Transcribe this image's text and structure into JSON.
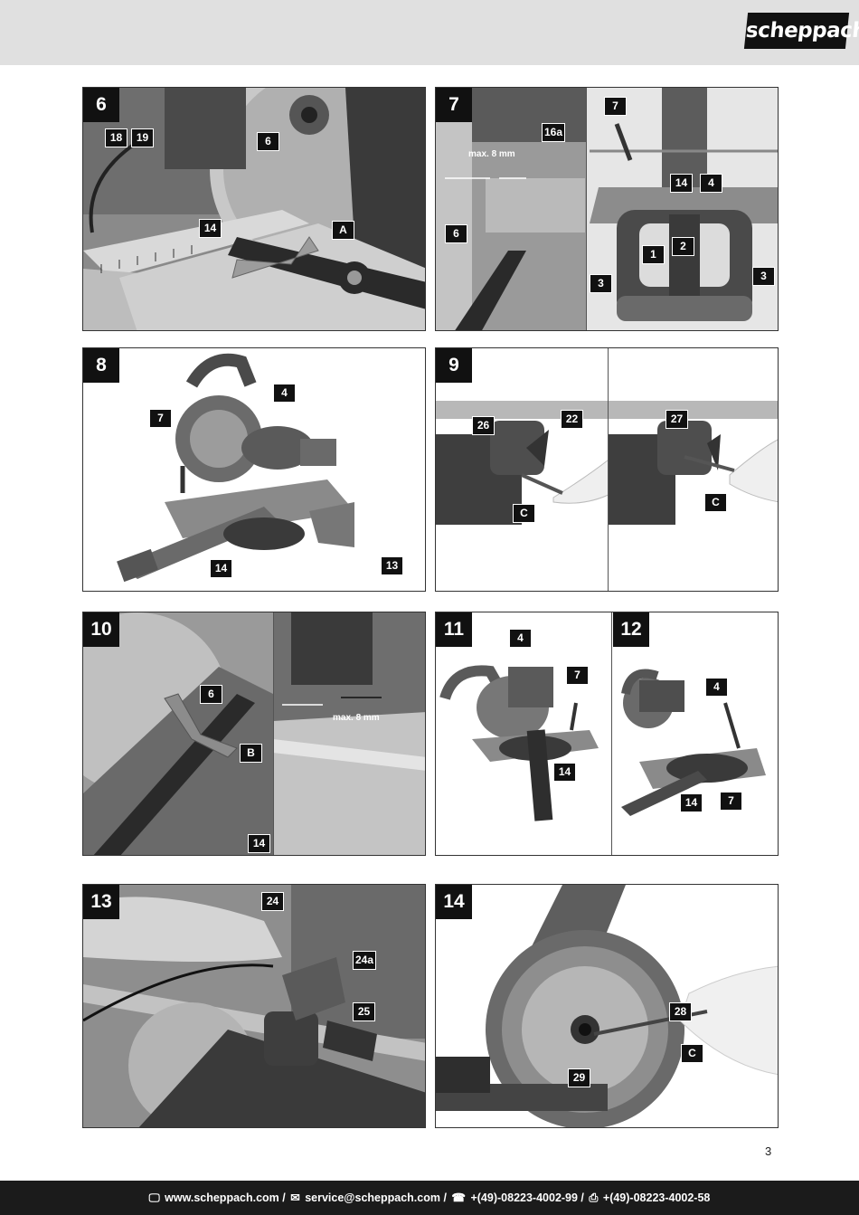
{
  "brand": {
    "logo_text": "scheppach"
  },
  "figures": [
    {
      "number": "6",
      "labels": [
        "18",
        "19",
        "6",
        "14",
        "A"
      ]
    },
    {
      "number": "7",
      "labels": [
        "16a",
        "6",
        "7",
        "14",
        "4",
        "1",
        "2",
        "3",
        "3"
      ],
      "measure": "max. 8 mm"
    },
    {
      "number": "8",
      "labels": [
        "4",
        "7",
        "14",
        "13"
      ]
    },
    {
      "number": "9",
      "labels": [
        "26",
        "22",
        "C",
        "27",
        "C"
      ]
    },
    {
      "number": "10",
      "labels": [
        "6",
        "B",
        "14"
      ],
      "measure": "max. 8 mm"
    },
    {
      "number": "11",
      "labels": [
        "4",
        "7",
        "14"
      ]
    },
    {
      "number": "12",
      "labels": [
        "4",
        "14",
        "7"
      ]
    },
    {
      "number": "13",
      "labels": [
        "24",
        "24a",
        "25"
      ]
    },
    {
      "number": "14",
      "labels": [
        "28",
        "C",
        "29"
      ]
    }
  ],
  "page_number": "3",
  "footer": {
    "website": "www.scheppach.com /",
    "email": "service@scheppach.com /",
    "phone": "+(49)-08223-4002-99 /",
    "fax": "+(49)-08223-4002-58",
    "website_icon": "monitor-icon",
    "email_icon": "envelope-icon",
    "phone_icon": "phone-icon",
    "fax_icon": "fax-icon"
  }
}
